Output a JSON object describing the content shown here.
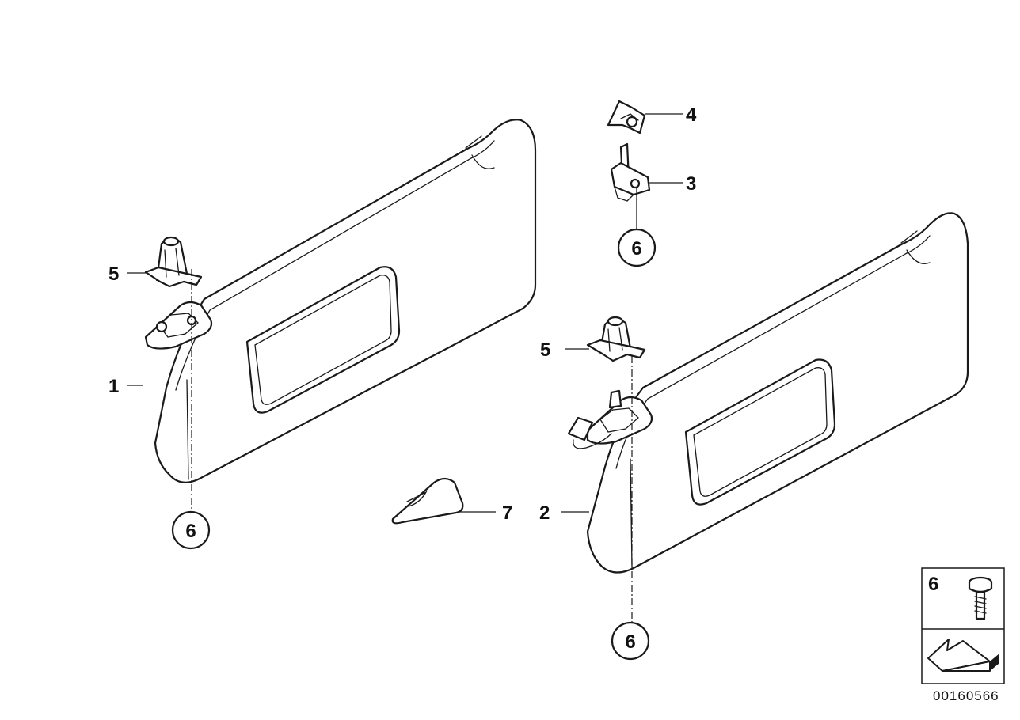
{
  "callouts": {
    "visor_left": "1",
    "visor_right": "2",
    "bracket": "3",
    "clip_top": "4",
    "mount_left": "5",
    "mount_right": "5",
    "screw_bracket": "6",
    "screw_left": "6",
    "screw_right": "6",
    "cover": "7"
  },
  "legend": {
    "item_number": "6"
  },
  "diagram_id": "00160566"
}
